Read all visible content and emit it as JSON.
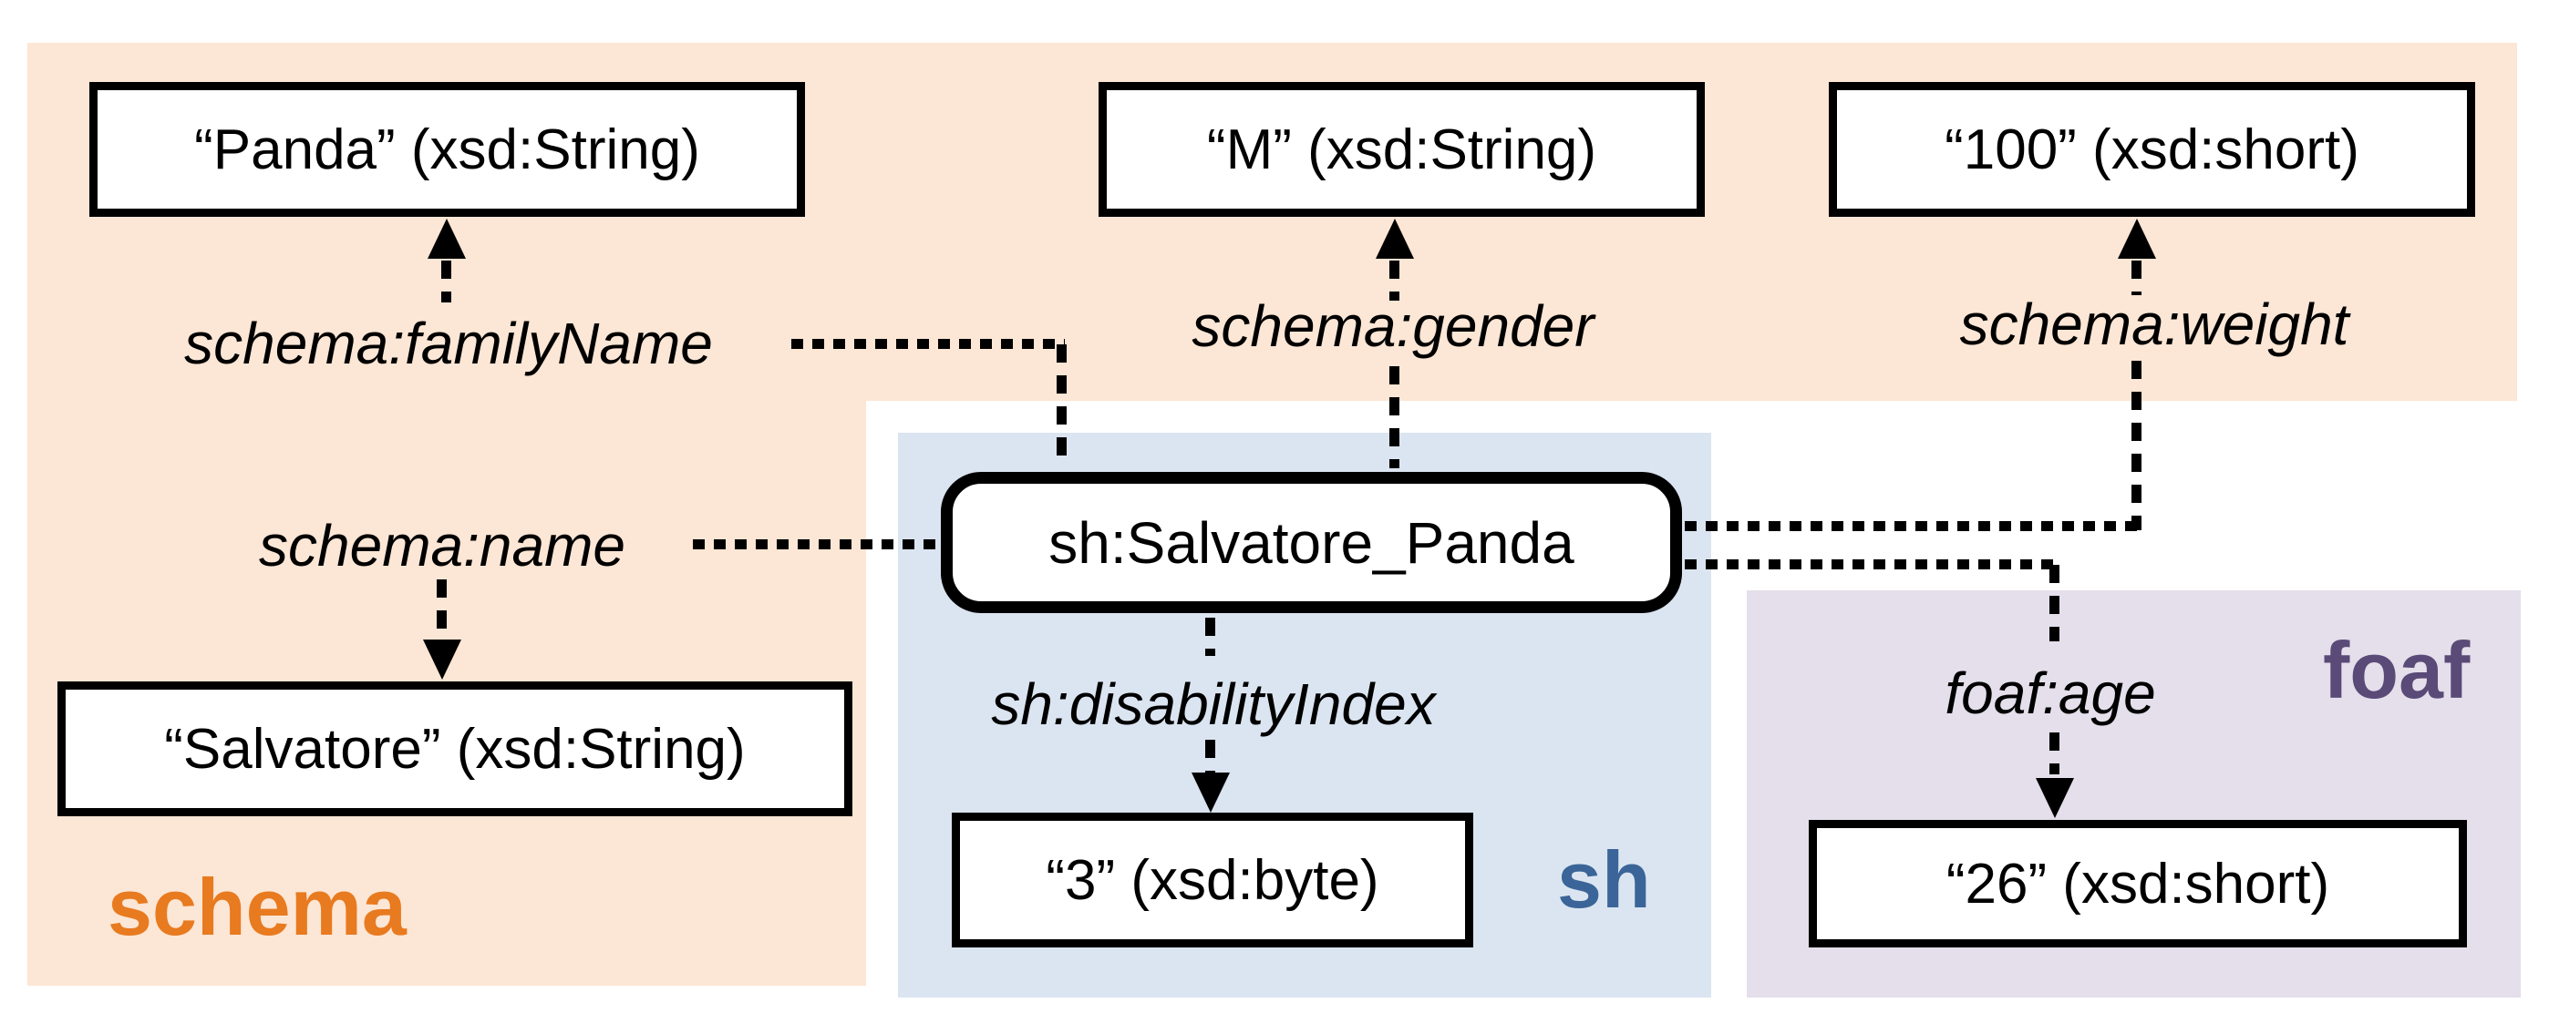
{
  "regions": {
    "schema": {
      "label": "schema",
      "text_color": "#e87a1f",
      "bg_color": "#fce6d5"
    },
    "sh": {
      "label": "sh",
      "text_color": "#3b6598",
      "bg_color": "#dbe5f1"
    },
    "foaf": {
      "label": "foaf",
      "text_color": "#5a4a78",
      "bg_color": "#e4dfeb"
    }
  },
  "node": {
    "label": "sh:Salvatore_Panda"
  },
  "literals": {
    "panda": "“Panda” (xsd:String)",
    "m": "“M” (xsd:String)",
    "weight100": "“100” (xsd:short)",
    "salvatore": "“Salvatore” (xsd:String)",
    "byte3": "“3” (xsd:byte)",
    "age26": "“26” (xsd:short)"
  },
  "predicates": {
    "familyName": "schema:familyName",
    "gender": "schema:gender",
    "weight": "schema:weight",
    "name": "schema:name",
    "disabilityIndex": "sh:disabilityIndex",
    "age": "foaf:age"
  },
  "edges": [
    {
      "subject": "sh:Salvatore_Panda",
      "predicate": "schema:familyName",
      "object": "“Panda” (xsd:String)"
    },
    {
      "subject": "sh:Salvatore_Panda",
      "predicate": "schema:gender",
      "object": "“M” (xsd:String)"
    },
    {
      "subject": "sh:Salvatore_Panda",
      "predicate": "schema:weight",
      "object": "“100” (xsd:short)"
    },
    {
      "subject": "sh:Salvatore_Panda",
      "predicate": "schema:name",
      "object": "“Salvatore” (xsd:String)"
    },
    {
      "subject": "sh:Salvatore_Panda",
      "predicate": "sh:disabilityIndex",
      "object": "“3” (xsd:byte)"
    },
    {
      "subject": "sh:Salvatore_Panda",
      "predicate": "foaf:age",
      "object": "“26” (xsd:short)"
    }
  ]
}
